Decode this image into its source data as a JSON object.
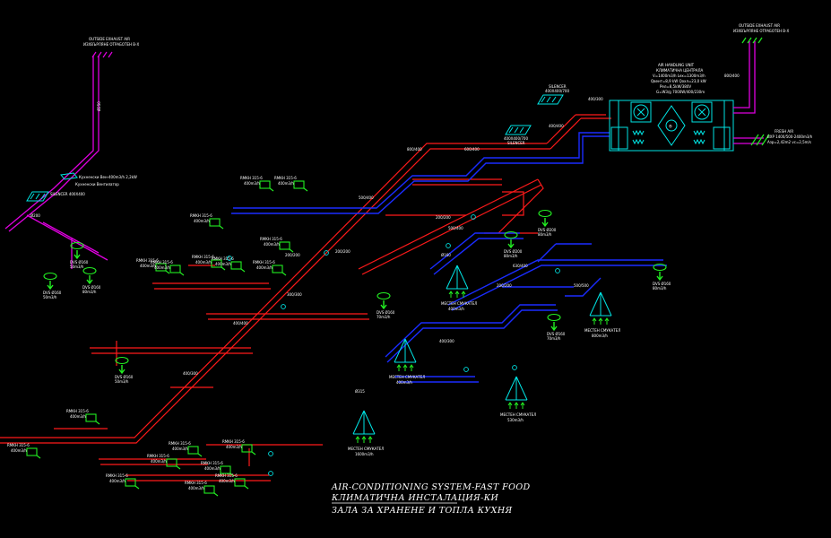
{
  "title": {
    "line1": "AIR-CONDITIONING SYSTEM-FAST FOOD",
    "line2": "КЛИМАТИЧНА ИНСТАЛАЦИЯ-КИ",
    "line3": "ЗАЛА ЗА ХРАНЕНЕ И ТОПЛА КУХНЯ"
  },
  "ahu": {
    "lines": [
      "AIR HANDLING UNIT",
      "КЛИМАТИЧНА ЦЕНТРАЛА",
      "V=1400m3/h Lex=1300m3/h",
      "Qвент=8,9 kW Qохл=23,0 kW",
      "Pел=8,5kW/380V",
      "G=W3/g 7000W/400/230m"
    ],
    "symbol_label": "®"
  },
  "outside_exhaust_left": {
    "line1": "OUTSIDE EXHAUST AIR",
    "line2": "ИЗХВЪРЛЯНЕ ОТРАБОТЕН В-Х"
  },
  "outside_exhaust_right": {
    "line1": "OUTSIDE EXHAUST AIR",
    "line2": "ИЗХВЪРЛЯНЕ ОТРАБОТЕН В-Х"
  },
  "fresh_air": {
    "line1": "FRESH AIR",
    "line2": "ВХР 1400/500-2400m3/h",
    "line3": "Aзр=2,42m2 vc=2,5m/s"
  },
  "silencers": [
    {
      "label": "SILENCER",
      "size": "400X400/700"
    },
    {
      "label": "SILENCER",
      "size": "400X400/700"
    },
    {
      "label": "SILENCER 400X400"
    }
  ],
  "kitchen_hood": {
    "line1": "Кухненски Вен-400m3/h 2,2kW",
    "line2": "Кухненски Вентилатор"
  },
  "duct_labels": [
    "Ø250",
    "Ø200",
    "Ø160",
    "800/400",
    "600/400",
    "500/400",
    "400/400",
    "400/300",
    "300/300",
    "200/200",
    "630/400",
    "Ø315",
    "500/500"
  ],
  "dvs_labels": [
    {
      "name": "DVS Ø160",
      "flow": "50m3/h"
    },
    {
      "name": "DVS Ø160",
      "flow": "50m3/h"
    },
    {
      "name": "DVS Ø160",
      "flow": "80m3/h"
    },
    {
      "name": "DVS Ø160",
      "flow": "70m3/h"
    },
    {
      "name": "DVS Ø200",
      "flow": "80m3/h"
    },
    {
      "name": "DVS Ø200",
      "flow": "80m3/h"
    },
    {
      "name": "DVS Ø160",
      "flow": "70m3/h"
    },
    {
      "name": "DVS Ø160",
      "flow": "80m3/h"
    }
  ],
  "nozzles": [
    {
      "name": "МЕСТЕН СМУКАТЕЛ",
      "flow": "400m3/h"
    },
    {
      "name": "МЕСТЕН СМУКАТЕЛ",
      "flow": "400m3/h"
    },
    {
      "name": "МЕСТЕН СМУКАТЕЛ",
      "flow": "800m3/h"
    },
    {
      "name": "МЕСТЕН СМУКАТЕЛ",
      "flow": "530m3/h"
    },
    {
      "name": "МЕСТЕН СМУКАТЕЛ",
      "flow": "1600m3/h"
    }
  ],
  "grille_label": "RMKH 315-6",
  "grille_flow": "400m3/h",
  "colors": {
    "supply": "#ff1a1a",
    "return": "#1a2cff",
    "exhaust": "#e000e0",
    "equipment": "#00e5e5",
    "terminal": "#22ee22",
    "text": "#ffffff"
  }
}
